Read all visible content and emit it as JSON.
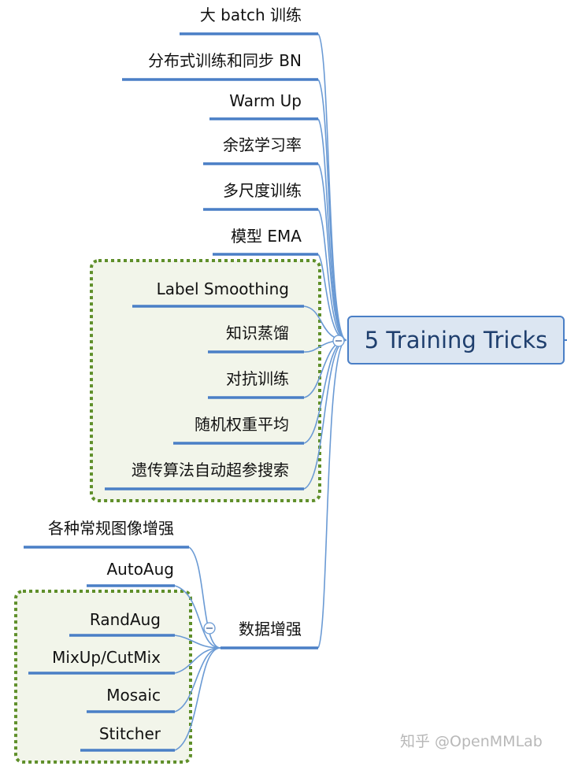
{
  "root": {
    "label": "5 Training Tricks"
  },
  "colors": {
    "line": "#4a7fc6",
    "connector": "#6a9ad4",
    "group_border": "#5f8f2a",
    "group_fill": "#f2f5ea",
    "root_fill": "#dce6f2",
    "root_border": "#4a7fc6"
  },
  "branches": [
    {
      "label": "大 batch 训练"
    },
    {
      "label": "分布式训练和同步 BN"
    },
    {
      "label": "Warm Up"
    },
    {
      "label": "余弦学习率"
    },
    {
      "label": "多尺度训练"
    },
    {
      "label": "模型 EMA"
    },
    {
      "label": "Label Smoothing"
    },
    {
      "label": "知识蒸馏"
    },
    {
      "label": "对抗训练"
    },
    {
      "label": "随机权重平均"
    },
    {
      "label": "遗传算法自动超参搜索"
    },
    {
      "label": "数据增强",
      "children": [
        {
          "label": "各种常规图像增强"
        },
        {
          "label": "AutoAug"
        },
        {
          "label": "RandAug"
        },
        {
          "label": "MixUp/CutMix"
        },
        {
          "label": "Mosaic"
        },
        {
          "label": "Stitcher"
        }
      ]
    }
  ],
  "collapse_icons": [
    {
      "symbol": "−"
    },
    {
      "symbol": "−"
    }
  ],
  "watermark": "知乎 @OpenMMLab"
}
